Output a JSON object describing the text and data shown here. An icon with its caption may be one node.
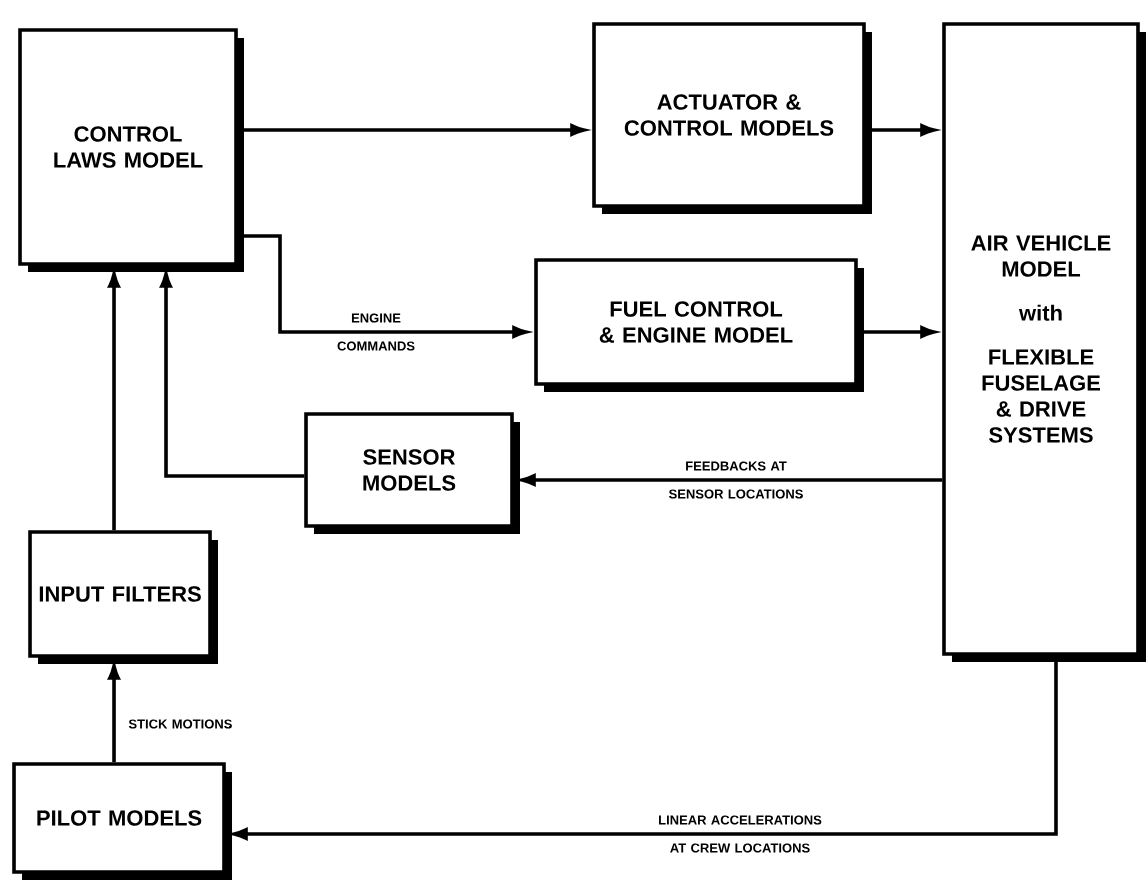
{
  "diagram": {
    "nodes": [
      {
        "text": [
          "CONTROL LAWS MODEL"
        ]
      },
      {
        "text": [
          "ACTUATOR & CONTROL MODELS"
        ]
      },
      {
        "text": [
          "AIR VEHICLE MODEL",
          "with",
          "FLEXIBLE FUSELAGE & DRIVE SYSTEMS"
        ]
      },
      {
        "text": [
          "FUEL CONTROL & ENGINE MODEL"
        ]
      },
      {
        "text": [
          "SENSOR MODELS"
        ]
      },
      {
        "text": [
          "INPUT FILTERS"
        ]
      },
      {
        "text": [
          "PILOT MODELS"
        ]
      }
    ],
    "edges": [
      {
        "from": 0,
        "to": 1,
        "arrow": "to"
      },
      {
        "from": 1,
        "to": 2,
        "arrow": "to"
      },
      {
        "from": 0,
        "to": 3,
        "arrow": "to",
        "label": "ENGINE COMMANDS"
      },
      {
        "from": 3,
        "to": 2,
        "arrow": "to"
      },
      {
        "from": 2,
        "to": 4,
        "arrow": "to",
        "label": "FEEDBACKS AT SENSOR LOCATIONS"
      },
      {
        "from": 4,
        "to": 0,
        "arrow": "to"
      },
      {
        "from": 5,
        "to": 0,
        "arrow": "to"
      },
      {
        "from": 6,
        "to": 5,
        "arrow": "to",
        "label": "STICK MOTIONS"
      },
      {
        "from": 2,
        "to": 6,
        "arrow": "to",
        "label": "LINEAR ACCELERATIONS AT CREW LOCATIONS"
      }
    ]
  }
}
